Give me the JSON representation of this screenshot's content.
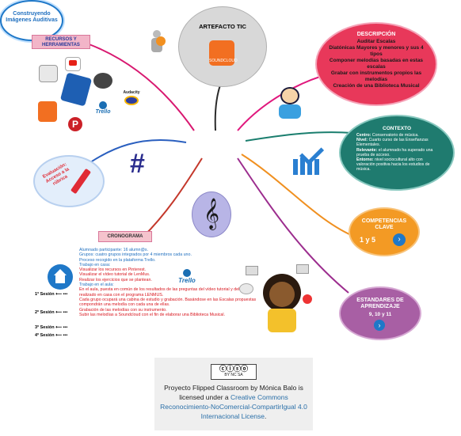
{
  "center": {
    "title": "Construyendo Imágenes Auditivas"
  },
  "artefacto": {
    "title": "ARTEFACTO TIC",
    "app": "SOUNDCLOUD"
  },
  "recursos": {
    "title": "RECURSOS Y HERRAMIENTAS",
    "icons": [
      "Trello",
      "Audacity"
    ]
  },
  "descripcion": {
    "title": "DESCRIPCIÓN",
    "lines": [
      "Auditar Escalas",
      "Diatónicas Mayores y menores y sus 4 tipos",
      "Componer melodías basadas en estas escalas",
      "Grabar con instrumentos propios las melodías",
      "Creación de una Biblioteca Musical"
    ]
  },
  "contexto": {
    "title": "CONTEXTO",
    "centro_label": "Centro:",
    "centro": "Conservatorio de música.",
    "nivel_label": "Nivel:",
    "nivel": "Cuarto curso de las Enseñanzas Elementales.",
    "relevante_label": "Relevante:",
    "relevante": "el alumnado ha superado una prueba de acceso.",
    "entorno_label": "Entorno:",
    "entorno": "nivel sociocultural alto con valoración positiva hacia los estudios de música."
  },
  "evaluacion": {
    "text": "Evaluación: Acceso a la rúbrica"
  },
  "competencias": {
    "title": "COMPETENCIAS CLAVE",
    "value": "1 y 5"
  },
  "estandares": {
    "title": "ESTANDARES DE APRENDIZAJE",
    "value": "9, 10 y 11"
  },
  "cronograma": {
    "title": "CRONOGRAMA",
    "alumnado": "Alumnado participante: 16 alumn@s.",
    "grupos": "Grupos: cuatro grupos integrados por 4 miembros cada uno.",
    "proceso": "Proceso recogido en la plataforma Trello.",
    "trabajo_casa": "Trabajo en casa:",
    "casa1": "Visualizar los recursos en Pinterest.",
    "casa2": "Visualizar el vídeo tutorial de LenMus.",
    "casa3": "Realizar los ejercicios que se plantean.",
    "trabajo_aula": "Trabajo en el aula:",
    "s1": "En el aula, puesta en común de los resultados de las preguntas del vídeo tutorial y del trabajo realizado en casa con el programa LENMUS.",
    "s2": "Cada grupo ocupará una cabina de estudio y grabación. Basándose en las Escalas propuestas compondrán una melodía con cada una de ellas.",
    "s3": "Grabación de las melodías con su instrumento.",
    "s4": "Subir las melodías a Soundcloud con el fin de elaborar una Biblioteca Musical.",
    "sesion1": "1ª Sesión",
    "sesion2": "2ª Sesión",
    "sesion3": "3ª Sesión",
    "sesion4": "4ª Sesión",
    "trello": "Trello"
  },
  "license": {
    "badge": "BY NC SA",
    "line1a": "Proyecto Flipped Classroom by Mónica Balo is",
    "line2a": "licensed under a ",
    "link": "Creative Commons Reconocimiento-NoComercial-CompartirIgual 4.0 Internacional License",
    "end": "."
  }
}
